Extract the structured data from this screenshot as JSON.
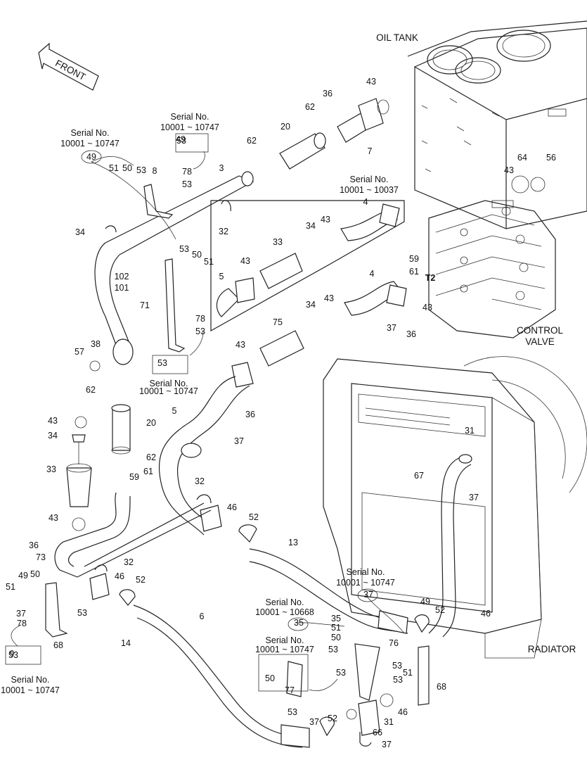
{
  "assembly_labels": {
    "oil_tank": "OIL TANK",
    "control_valve_1": "CONTROL",
    "control_valve_2": "VALVE",
    "radiator": "RADIATOR",
    "front": "FRONT",
    "port_t2": "T2"
  },
  "serial_notes": [
    {
      "title": "Serial No.",
      "range": "10001 ~ 10747"
    },
    {
      "title": "Serial No.",
      "range": "10001 ~ 10747"
    },
    {
      "title": "Serial No.",
      "range": "10001 ~ 10037"
    },
    {
      "title": "Serial No.",
      "range": "10001 ~ 10747"
    },
    {
      "title": "Serial No.",
      "range": "10001 ~ 10747"
    },
    {
      "title": "Serial No.",
      "range": "10001 ~ 10747"
    },
    {
      "title": "Serial No.",
      "range": "10001 ~ 10668"
    },
    {
      "title": "Serial No.",
      "range": "10001 ~ 10747"
    }
  ],
  "callouts": [
    "43",
    "36",
    "62",
    "20",
    "7",
    "64",
    "56",
    "43",
    "53",
    "62",
    "8",
    "78",
    "53",
    "51",
    "50",
    "53",
    "49",
    "3",
    "32",
    "4",
    "43",
    "34",
    "33",
    "5",
    "43",
    "53",
    "50",
    "51",
    "34",
    "102",
    "101",
    "71",
    "59",
    "61",
    "43",
    "4",
    "43",
    "34",
    "37",
    "36",
    "78",
    "53",
    "75",
    "53",
    "57",
    "38",
    "43",
    "62",
    "36",
    "43",
    "34",
    "20",
    "5",
    "37",
    "62",
    "33",
    "61",
    "59",
    "31",
    "67",
    "37",
    "32",
    "46",
    "52",
    "43",
    "36",
    "13",
    "73",
    "32",
    "49",
    "50",
    "51",
    "46",
    "52",
    "37",
    "78",
    "53",
    "6",
    "14",
    "37",
    "49",
    "52",
    "46",
    "35",
    "51",
    "50",
    "53",
    "76",
    "53",
    "51",
    "50",
    "53",
    "53",
    "77",
    "68",
    "68",
    "9",
    "53",
    "37",
    "52",
    "46",
    "31",
    "66",
    "37",
    "35",
    "49",
    "53"
  ],
  "legend_part": "53"
}
